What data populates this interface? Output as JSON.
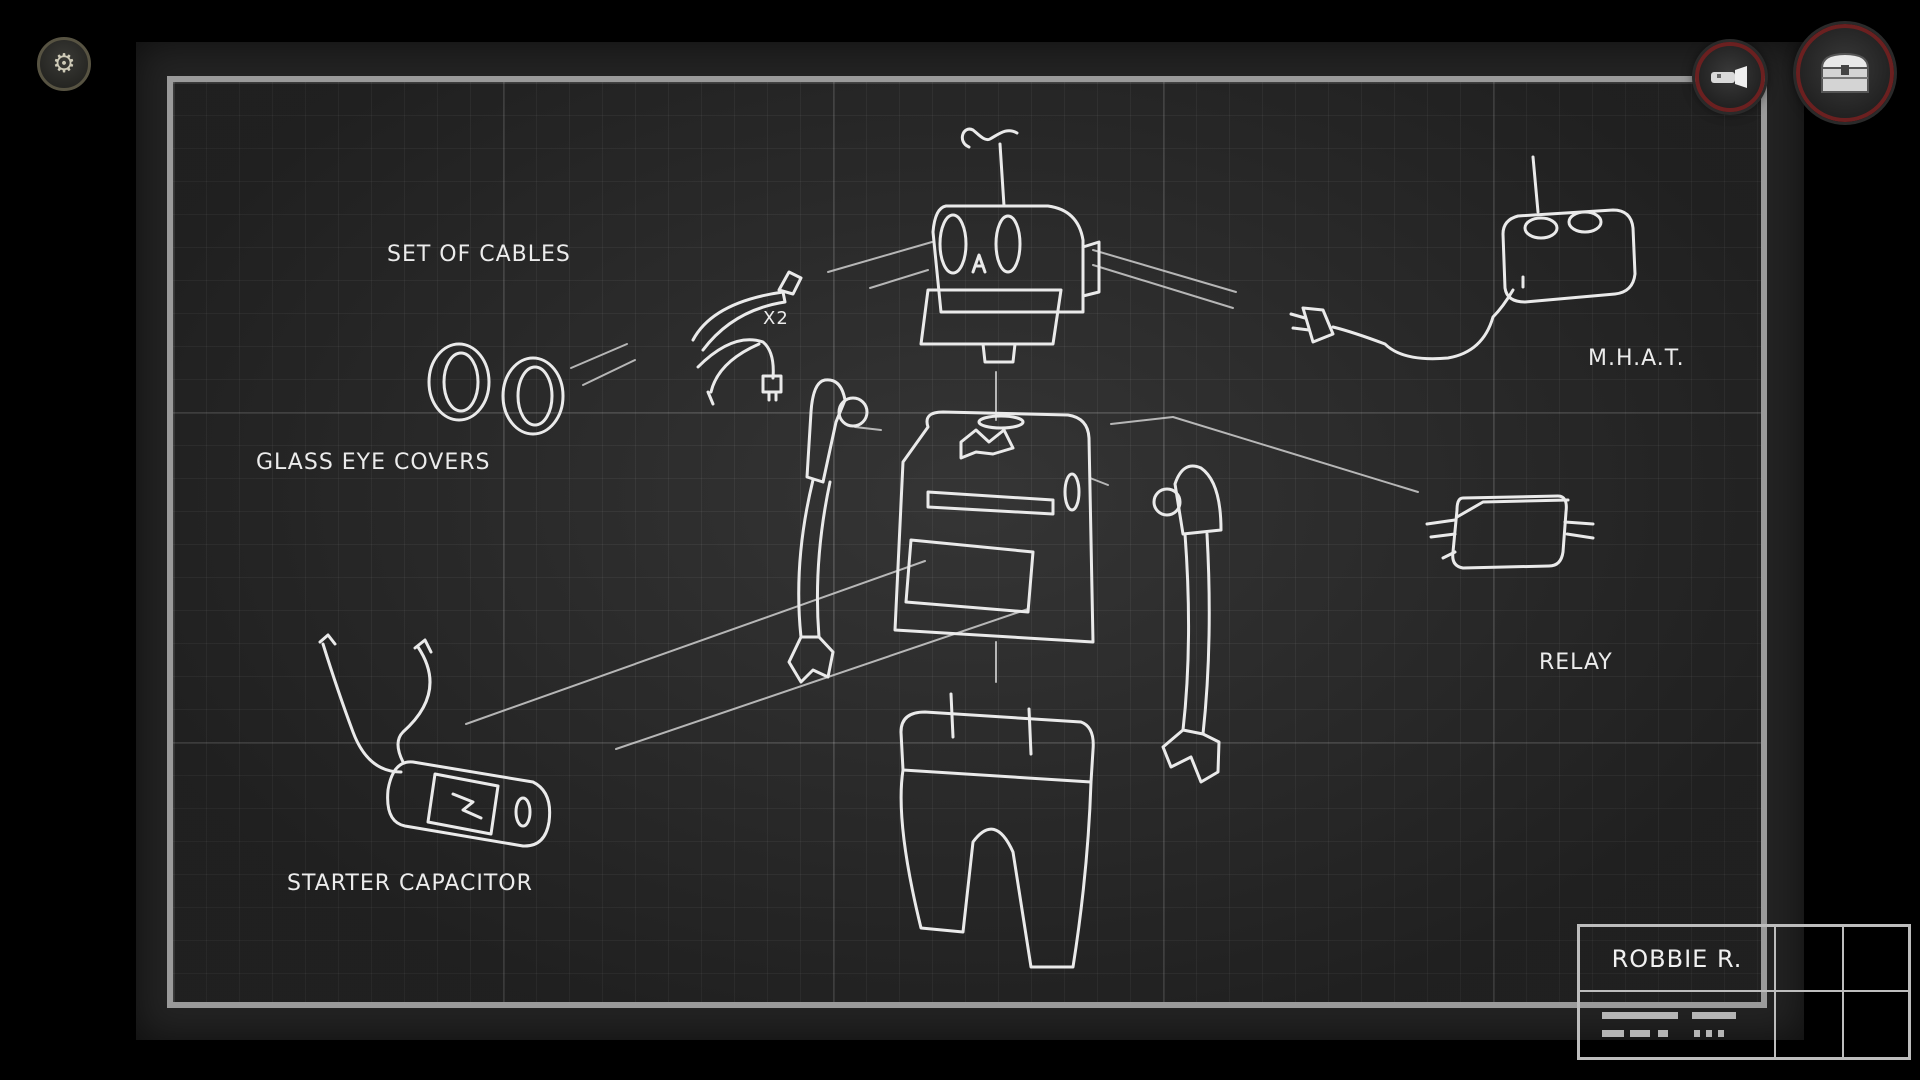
{
  "hud": {
    "settings_icon": "gear-icon",
    "settings_glyph": "⚙",
    "hint_icon": "flashlight-icon",
    "inventory_icon": "treasure-chest-icon",
    "accent_color": "#6b2020"
  },
  "blueprint": {
    "labels": {
      "set_of_cables": "SET OF CABLES",
      "cables_multiplier": "x2",
      "glass_eye_covers": "GLASS EYE COVERS",
      "starter_capacitor": "STARTER CAPACITOR",
      "mhat": "M.H.A.T.",
      "relay": "RELAY"
    },
    "title_block": {
      "name": "ROBBIE R."
    }
  }
}
